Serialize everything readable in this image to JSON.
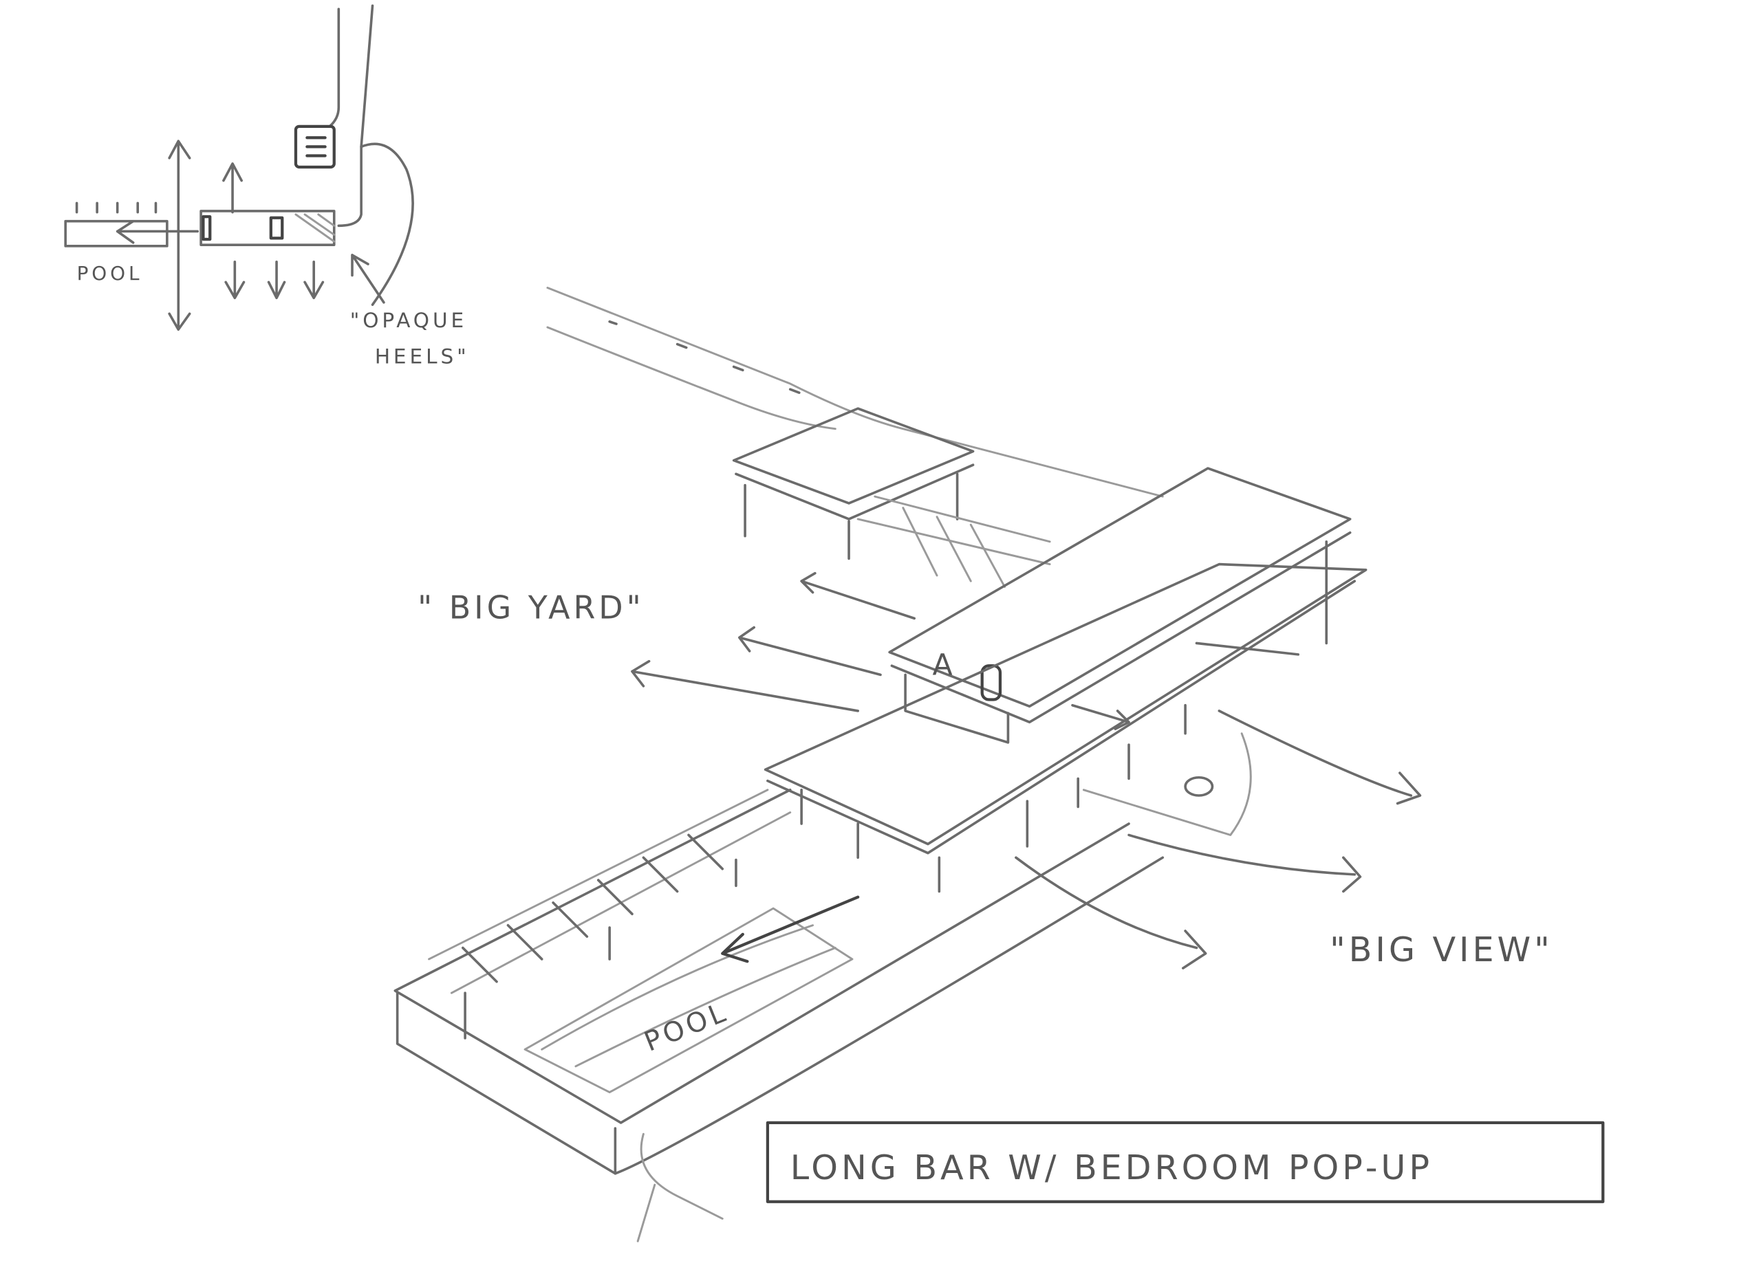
{
  "sketch": {
    "title_box": "LONG BAR W/ BEDROOM POP-UP",
    "plan_pool_label": "POOL",
    "opaque_heels_line1": "\"OPAQUE",
    "opaque_heels_line2": "HEELS\"",
    "big_yard_label": "\" BIG YARD\"",
    "big_view_label": "\"BIG VIEW\"",
    "axon_pool_label": "POOL",
    "volume_label": "A"
  },
  "colors": {
    "ink": "#6b6b6b",
    "paper": "#ffffff"
  }
}
